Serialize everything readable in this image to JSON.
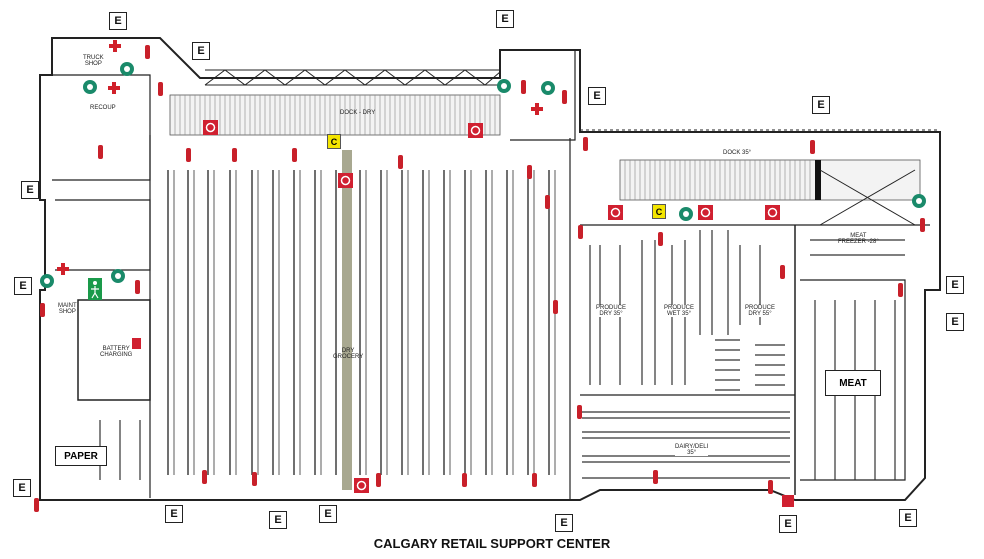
{
  "title": "CALGARY RETAIL SUPPORT CENTER",
  "labels": {
    "truck_shop": "TRUCK\nSHOP",
    "recoup": "RECOUP",
    "maint_shop": "MAINT\nSHOP",
    "battery_charging": "BATTERY\nCHARGING",
    "paper": "PAPER",
    "dock_dry": "DOCK - DRY",
    "dry_grocery": "DRY\nGROCERY",
    "dock_35": "DOCK 35°",
    "meat_freezer": "MEAT\nFREEZER -28°",
    "produce_dry_35": "PRODUCE\nDRY 35°",
    "produce_wet_35": "PRODUCE\nWET 35°",
    "produce_dry_55": "PRODUCE\nDRY 55°",
    "dairy_deli": "DAIRY/DELI\n35°",
    "meat": "MEAT"
  },
  "exit_label": "E",
  "marker_c": "C",
  "legend_colors": {
    "extinguisher": "#c8202a",
    "first_aid": "#d0202a",
    "eyewash": "#1a8a6a",
    "exit_sign": "#1a9a4a",
    "hose_cabinet": "#d02030",
    "marker_c": "#f4e500",
    "aisle_highlight": "#a8a890"
  }
}
